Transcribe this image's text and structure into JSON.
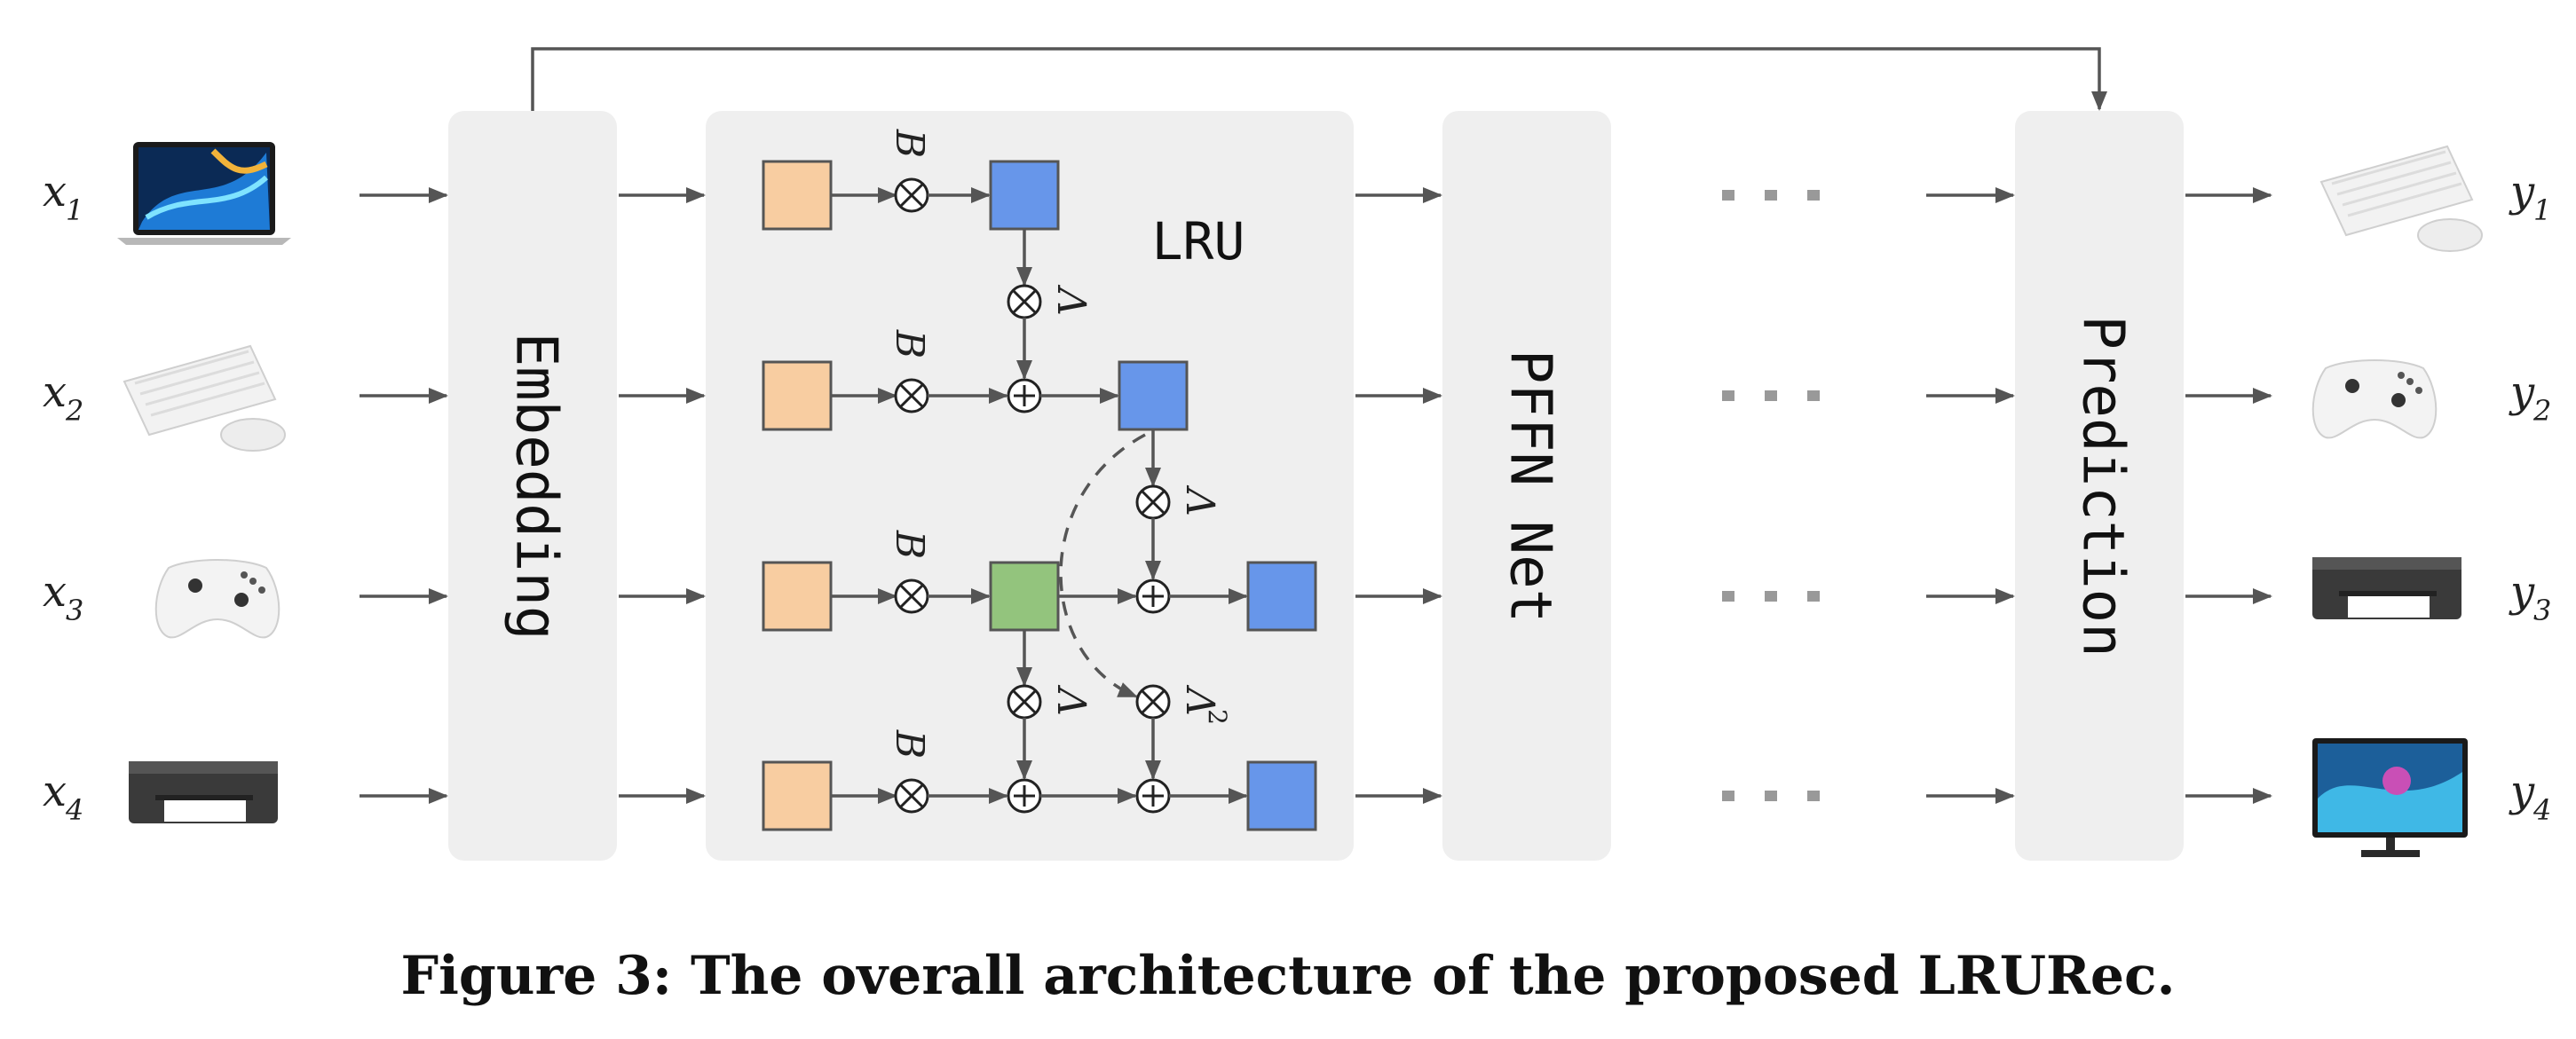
{
  "panels": {
    "embedding": "Embedding",
    "lru": "LRU",
    "pffn": "PFFN Net",
    "prediction": "Prediction"
  },
  "inputs": [
    {
      "var": "x",
      "sub": "1",
      "icon": "laptop-icon"
    },
    {
      "var": "x",
      "sub": "2",
      "icon": "keyboard-mouse-icon"
    },
    {
      "var": "x",
      "sub": "3",
      "icon": "game-controller-icon"
    },
    {
      "var": "x",
      "sub": "4",
      "icon": "printer-icon"
    }
  ],
  "outputs": [
    {
      "var": "y",
      "sub": "1",
      "icon": "keyboard-mouse-icon"
    },
    {
      "var": "y",
      "sub": "2",
      "icon": "game-controller-icon"
    },
    {
      "var": "y",
      "sub": "3",
      "icon": "printer-icon"
    },
    {
      "var": "y",
      "sub": "4",
      "icon": "monitor-icon"
    }
  ],
  "operators": {
    "B": "B",
    "Lambda": "Λ",
    "Lambda_sup": "2"
  },
  "caption": "Figure 3: The overall architecture of the proposed LRURec.",
  "colors": {
    "panel": "#efefef",
    "input_box": "#f8cda1",
    "state_box": "#6796ea",
    "highlight_box": "#93c47d",
    "arrow": "#555555",
    "dots": "#999999"
  }
}
